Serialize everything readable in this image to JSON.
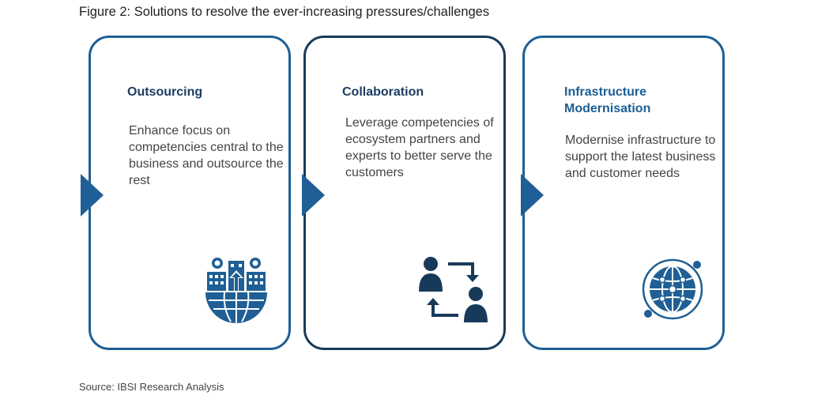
{
  "title": "Figure 2: Solutions to resolve the ever-increasing pressures/challenges",
  "source": "Source: IBSI Research Analysis",
  "colors": {
    "primary_blue": "#1f5f95",
    "dark_navy": "#183a5a",
    "heading_navy": "#1b3d63"
  },
  "cards": [
    {
      "heading": "Outsourcing",
      "description": "Enhance focus on competencies central to the business and outsource the rest",
      "icon": "globe-buildings-people-icon"
    },
    {
      "heading": "Collaboration",
      "description": "Leverage competencies of ecosystem partners and experts to better serve the customers",
      "icon": "people-exchange-icon"
    },
    {
      "heading": "Infrastructure Modernisation",
      "description": "Modernise infrastructure to support the latest business and customer needs",
      "icon": "network-globe-icon"
    }
  ]
}
